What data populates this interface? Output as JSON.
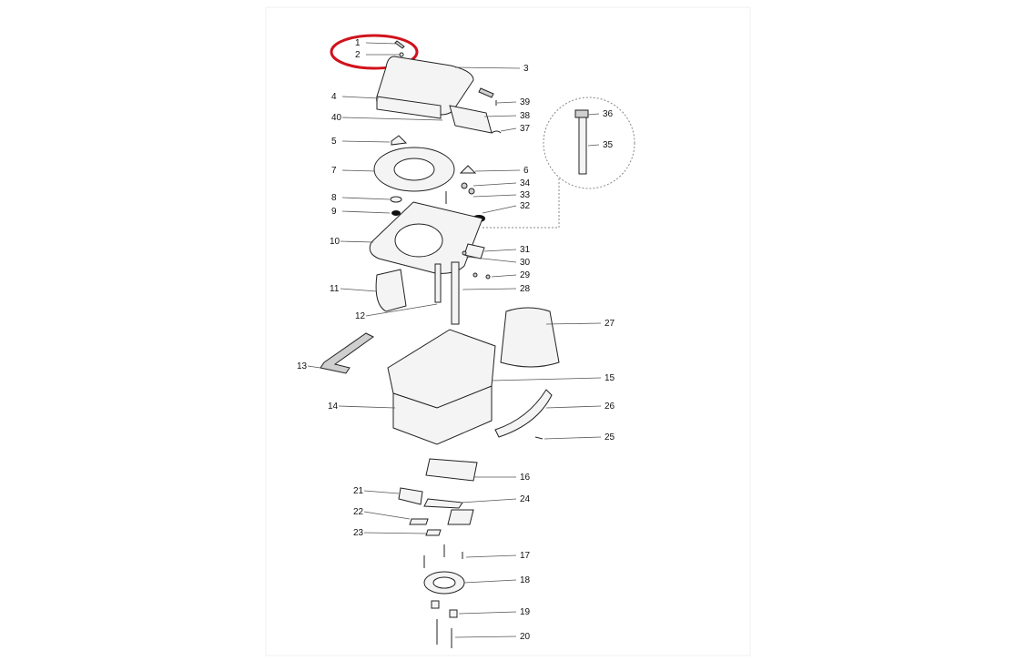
{
  "diagram": {
    "highlight_color": "#d0121b",
    "labels": [
      "1",
      "2",
      "3",
      "4",
      "39",
      "40",
      "38",
      "37",
      "36",
      "35",
      "5",
      "7",
      "6",
      "34",
      "8",
      "33",
      "9",
      "32",
      "10",
      "31",
      "30",
      "29",
      "11",
      "28",
      "12",
      "27",
      "13",
      "15",
      "14",
      "26",
      "25",
      "16",
      "21",
      "24",
      "22",
      "23",
      "17",
      "18",
      "19",
      "20"
    ]
  }
}
